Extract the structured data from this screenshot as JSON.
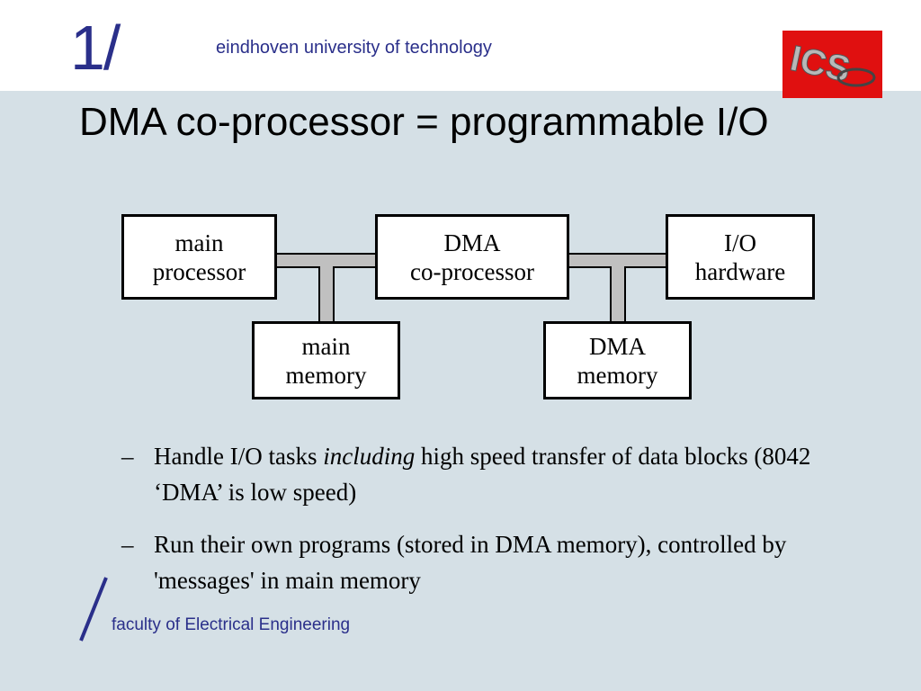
{
  "header": {
    "logo_mark": "1/",
    "university": "eindhoven university of technology",
    "ics_logo_text": "ICS"
  },
  "slide": {
    "title": "DMA co-processor = programmable I/O"
  },
  "diagram": {
    "boxes": {
      "main_processor": "main\nprocessor",
      "dma_coprocessor": "DMA\nco-processor",
      "io_hardware": "I/O\nhardware",
      "main_memory": "main\nmemory",
      "dma_memory": "DMA\nmemory"
    },
    "bus_color": "#c0c0c0"
  },
  "bullets": [
    {
      "dash": "–",
      "before": "Handle I/O tasks ",
      "emphasis": "including",
      "after": " high speed transfer of data blocks (8042 ‘DMA’ is low speed)"
    },
    {
      "dash": "–",
      "before": "Run their own programs (stored in DMA memory), controlled by 'messages' in main memory",
      "emphasis": "",
      "after": ""
    }
  ],
  "footer": {
    "faculty": "faculty of Electrical Engineering"
  },
  "colors": {
    "background": "#d5e0e6",
    "brand_blue": "#2a2f8a",
    "ics_red": "#e01010"
  }
}
